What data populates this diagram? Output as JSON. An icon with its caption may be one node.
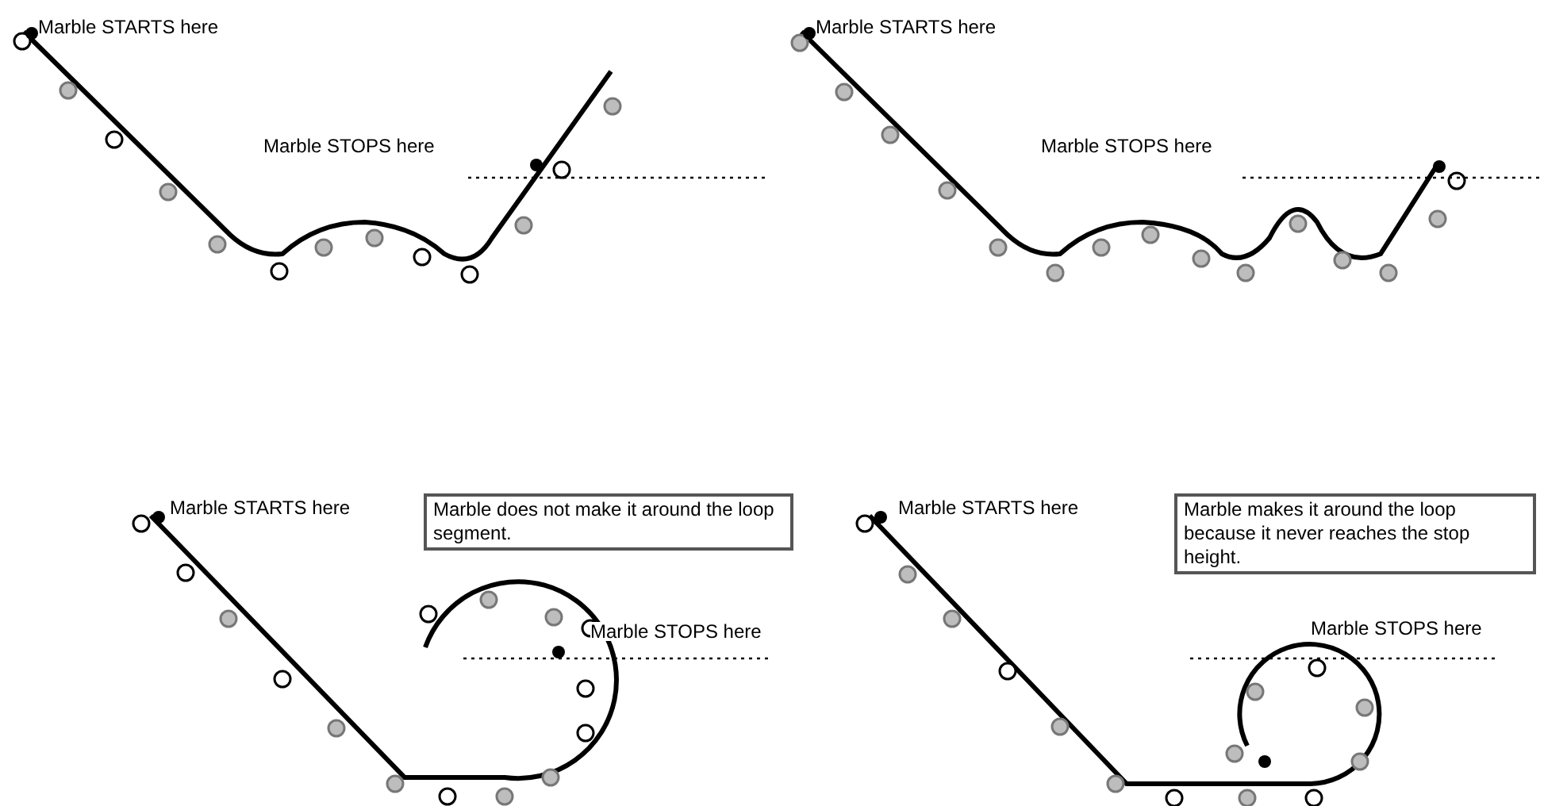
{
  "diagram": {
    "nodes": [
      {
        "text": [
          "Marble does not make it around the loop segment."
        ]
      },
      {
        "text": [
          "Marble makes it around the loop because it never reaches the stop height."
        ]
      }
    ],
    "labels": [
      "Marble STARTS here",
      "Marble STARTS here",
      "Marble STOPS here",
      "Marble STOPS here",
      "Marble STARTS here",
      "Marble STARTS here",
      "Marble STOPS here",
      "Marble STOPS here"
    ]
  }
}
